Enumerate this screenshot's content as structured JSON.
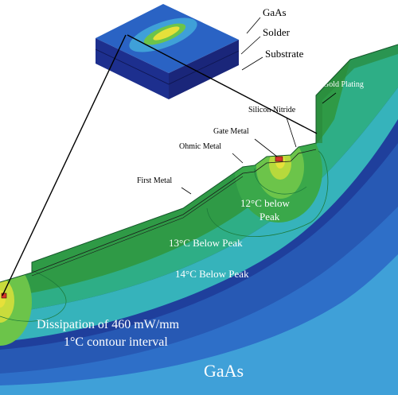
{
  "inset_labels": {
    "gaas": "GaAs",
    "solder": "Solder",
    "substrate": "Substrate"
  },
  "structure_labels": {
    "gold_plating": "Gold Plating",
    "silicon_nitride": "Silicon Nitride",
    "gate_metal": "Gate Metal",
    "ohmic_metal": "Ohmic Metal",
    "first_metal": "First Metal"
  },
  "contour_labels": {
    "c12_line1": "12°C below",
    "c12_line2": "Peak",
    "c13": "13°C Below Peak",
    "c14": "14°C Below Peak"
  },
  "notes": {
    "dissipation": "Dissipation of 460 mW/mm",
    "interval": "1°C contour interval",
    "material": "GaAs"
  },
  "colors": {
    "deep_blue": "#1f3f9c",
    "blue": "#2e6fc8",
    "light_blue": "#3fa0d8",
    "cyan": "#3cc0c0",
    "teal": "#2eae86",
    "green": "#2f9a46",
    "light_green": "#6cc44a",
    "yellow": "#e6e03a",
    "red": "#d8332a"
  }
}
